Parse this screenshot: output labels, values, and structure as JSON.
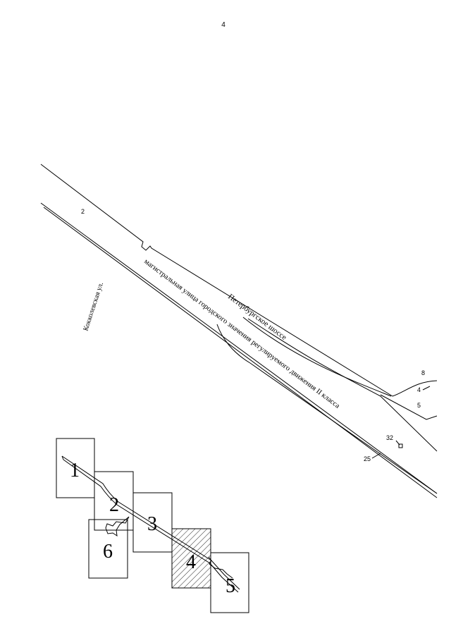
{
  "page_number": "4",
  "labels": {
    "parcel_2": "2",
    "parcel_8": "8",
    "parcel_4": "4",
    "parcel_5": "5",
    "parcel_32": "32",
    "parcel_25": "25"
  },
  "streets": {
    "kokkolevskaya": "Кокколевская ул.",
    "peterburgskoe": "Петербургское шоссе",
    "magistral": "магистральная улица городского значения регулируемого движения II класса"
  },
  "index_map": {
    "sheets": [
      "1",
      "2",
      "3",
      "4",
      "5",
      "6"
    ],
    "highlighted_sheet": "4"
  },
  "colors": {
    "line": "#000000",
    "background": "#ffffff"
  }
}
